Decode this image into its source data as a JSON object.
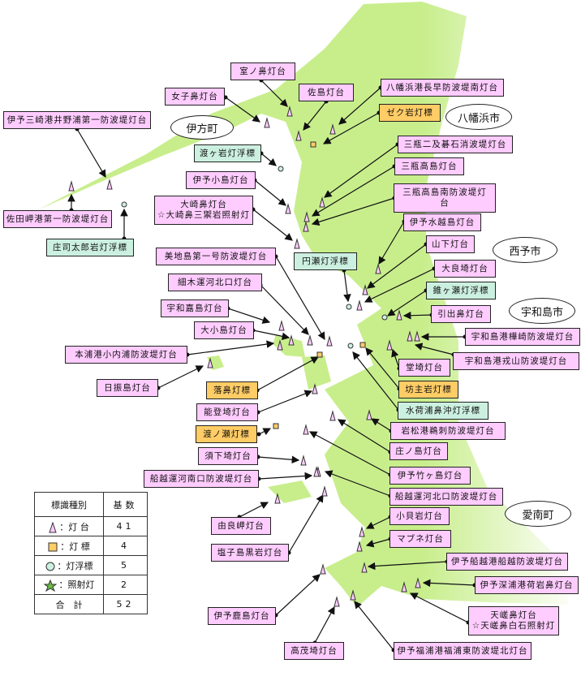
{
  "towns": [
    "伊方町",
    "八幡浜市",
    "西予市",
    "宇和島市",
    "愛南町"
  ],
  "labels": [
    {
      "text": "室ノ鼻灯台",
      "type": "lighthouse"
    },
    {
      "text": "女子鼻灯台",
      "type": "lighthouse"
    },
    {
      "text": "佐島灯台",
      "type": "lighthouse"
    },
    {
      "text": "八幡浜港長早防波堤南灯台",
      "type": "lighthouse"
    },
    {
      "text": "ゼク岩灯標",
      "type": "beacon"
    },
    {
      "text": "三瓶二及碁石消波堤灯台",
      "type": "lighthouse"
    },
    {
      "text": "三瓶高島灯台",
      "type": "lighthouse"
    },
    {
      "text": "三瓶高島南防波堤灯",
      "line2": "台",
      "type": "lighthouse"
    },
    {
      "text": "伊予水越島灯台",
      "type": "lighthouse"
    },
    {
      "text": "山下灯台",
      "type": "lighthouse"
    },
    {
      "text": "大良埼灯台",
      "type": "lighthouse"
    },
    {
      "text": "錐ヶ瀬灯浮標",
      "type": "buoy"
    },
    {
      "text": "引出鼻灯台",
      "type": "lighthouse"
    },
    {
      "text": "宇和島港樺崎防波堤灯台",
      "type": "lighthouse"
    },
    {
      "text": "宇和島港戎山防波堤灯台",
      "type": "lighthouse"
    },
    {
      "text": "堂埼灯台",
      "type": "lighthouse"
    },
    {
      "text": "坊主岩灯標",
      "type": "beacon"
    },
    {
      "text": "水荷浦鼻沖灯浮標",
      "type": "buoy"
    },
    {
      "text": "岩松港鵜刺防波堤灯台",
      "type": "lighthouse"
    },
    {
      "text": "庄ノ島灯台",
      "type": "lighthouse"
    },
    {
      "text": "伊予竹ヶ島灯台",
      "type": "lighthouse"
    },
    {
      "text": "船越運河北口防波堤灯台",
      "type": "lighthouse"
    },
    {
      "text": "小貝岩灯台",
      "type": "lighthouse"
    },
    {
      "text": "マブネ灯台",
      "type": "lighthouse"
    },
    {
      "text": "伊予船越港船越防波堤灯台",
      "type": "lighthouse"
    },
    {
      "text": "伊予深浦港荷岩鼻灯台",
      "type": "lighthouse"
    },
    {
      "text": "天嵯鼻灯台",
      "line2": "☆天嵯鼻白石照射灯",
      "type": "lighthouse"
    },
    {
      "text": "伊予福浦港福浦東防波堤北灯台",
      "type": "lighthouse"
    },
    {
      "text": "高茂埼灯台",
      "type": "lighthouse"
    },
    {
      "text": "伊予鹿島灯台",
      "type": "lighthouse"
    },
    {
      "text": "塩子島黒岩灯台",
      "type": "lighthouse"
    },
    {
      "text": "由良岬灯台",
      "type": "lighthouse"
    },
    {
      "text": "船越運河南口防波堤灯台",
      "type": "lighthouse"
    },
    {
      "text": "須下埼灯台",
      "type": "lighthouse"
    },
    {
      "text": "渡ノ瀬灯標",
      "type": "beacon"
    },
    {
      "text": "能登埼灯台",
      "type": "lighthouse"
    },
    {
      "text": "落鼻灯標",
      "type": "beacon"
    },
    {
      "text": "日振島灯台",
      "type": "lighthouse"
    },
    {
      "text": "本浦港小内浦防波堤灯台",
      "type": "lighthouse"
    },
    {
      "text": "大小島灯台",
      "type": "lighthouse"
    },
    {
      "text": "宇和嘉島灯台",
      "type": "lighthouse"
    },
    {
      "text": "細木運河北口灯台",
      "type": "lighthouse"
    },
    {
      "text": "美地島第一号防波堤灯台",
      "type": "lighthouse"
    },
    {
      "text": "円瀬灯浮標",
      "type": "buoy"
    },
    {
      "text": "大崎鼻灯台",
      "line2": "☆大崎鼻三禦岩照射灯",
      "type": "lighthouse"
    },
    {
      "text": "伊予小島灯台",
      "type": "lighthouse"
    },
    {
      "text": "渡ヶ岩灯浮標",
      "type": "buoy"
    },
    {
      "text": "伊予三崎港井野浦第一防波堤灯台",
      "type": "lighthouse"
    },
    {
      "text": "佐田岬港第一防波堤灯台",
      "type": "lighthouse"
    },
    {
      "text": "庄司太郎岩灯浮標",
      "type": "buoy"
    }
  ],
  "legend": {
    "header": {
      "type": "標識種別",
      "count": "基数"
    },
    "rows": [
      {
        "symbol": "lighthouse",
        "label": "：灯 台",
        "count": "41"
      },
      {
        "symbol": "beacon",
        "label": "：灯 標",
        "count": "4"
      },
      {
        "symbol": "buoy",
        "label": "：灯浮標",
        "count": "5"
      },
      {
        "symbol": "searchlight",
        "label": "：照射灯",
        "count": "2"
      }
    ],
    "total": {
      "label": "合　計",
      "count": "52"
    }
  },
  "colors": {
    "land": "#c8ee8c",
    "lighthouse": "#ffccff",
    "beacon": "#ffcc66",
    "buoy": "#ccf0e0",
    "star": "#66bb44"
  }
}
